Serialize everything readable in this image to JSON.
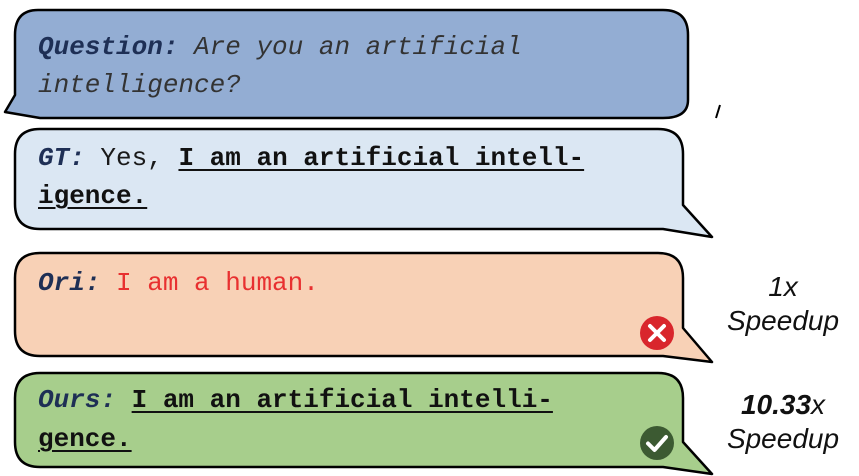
{
  "question": {
    "label": "Question:",
    "line1": "Are you an artificial",
    "line2": "intelligence?"
  },
  "gt": {
    "label": "GT:",
    "plain": "Yes,",
    "underlined1": "I am an artificial intell-",
    "underlined2": "igence."
  },
  "ori": {
    "label": "Ori:",
    "text": "I am a human.",
    "status_icon": "x-circle-icon"
  },
  "ours": {
    "label": "Ours:",
    "underlined1": "I am an artificial intelli-",
    "underlined2": "gence.",
    "status_icon": "check-circle-icon"
  },
  "speedups": {
    "ori_value": "1x",
    "ori_word": "Speedup",
    "ours_number": "10.33",
    "ours_suffix": "x",
    "ours_word": "Speedup"
  },
  "colors": {
    "question_fill": "#93add3",
    "gt_fill": "#dbe7f3",
    "ori_fill": "#f8d1b6",
    "ours_fill": "#a7ce8c",
    "wrong_red": "#d9262c",
    "check_green": "#3c5a32"
  }
}
